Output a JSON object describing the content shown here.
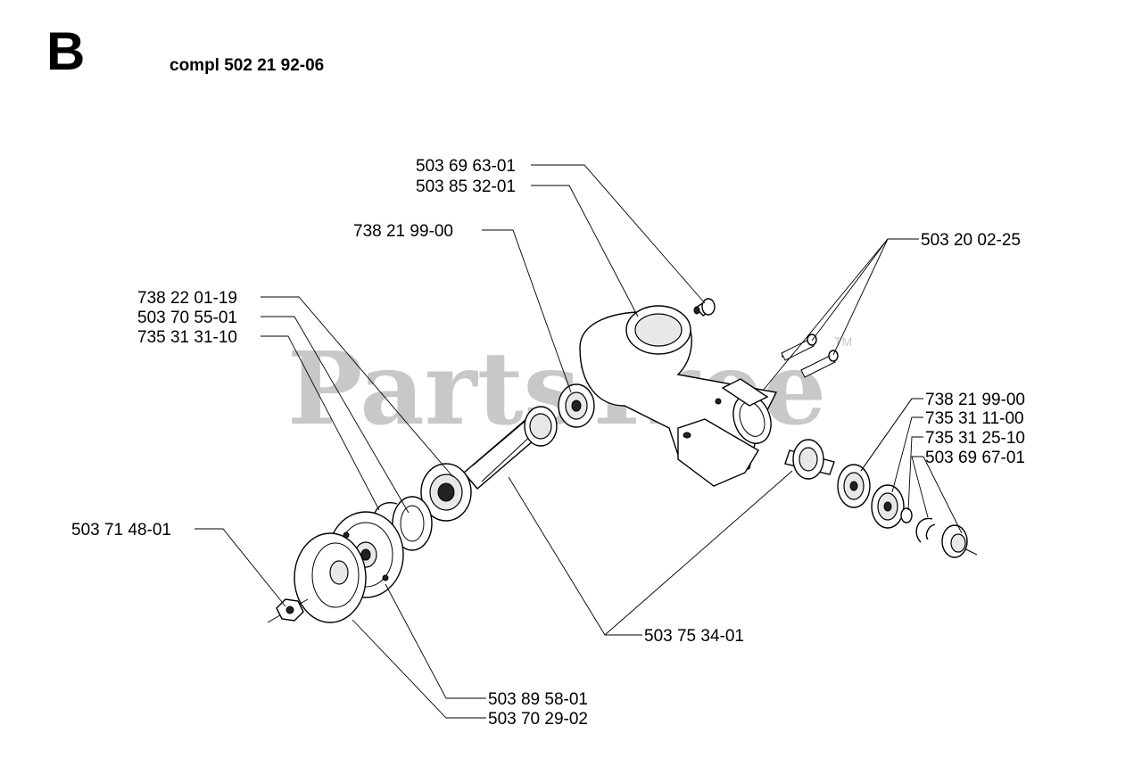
{
  "section": {
    "letter": "B",
    "assembly": "compl 502 21 92-06"
  },
  "watermark": {
    "text": "PartsTree",
    "tm": "TM"
  },
  "parts": {
    "p1": "503 69 63-01",
    "p2": "503 85 32-01",
    "p3": "738 21 99-00",
    "p4": "503 20 02-25",
    "p5": "738 22 01-19",
    "p6": "503 70 55-01",
    "p7": "735 31 31-10",
    "p8": "738 21 99-00",
    "p9": "735 31 11-00",
    "p10": "735 31 25-10",
    "p11": "503 69 67-01",
    "p12": "503 71 48-01",
    "p13": "503 75 34-01",
    "p14": "503 89 58-01",
    "p15": "503 70 29-02"
  }
}
